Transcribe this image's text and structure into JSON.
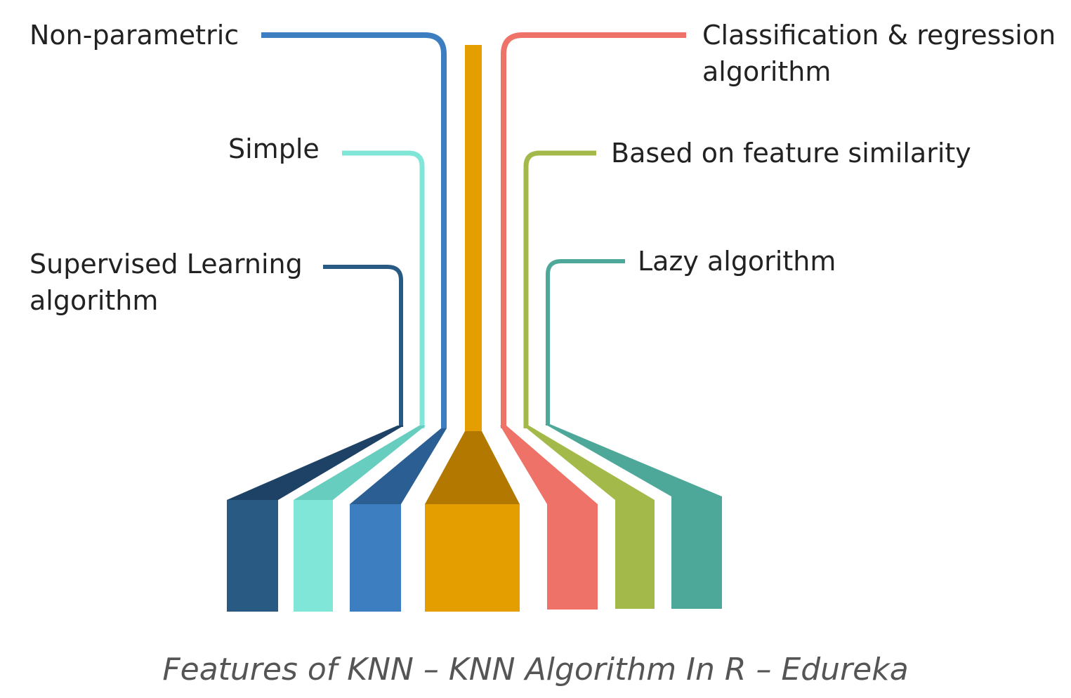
{
  "features": [
    {
      "id": "non-parametric",
      "lines": [
        "Non-parametric"
      ],
      "color": "#3C7EBF"
    },
    {
      "id": "simple",
      "lines": [
        "Simple"
      ],
      "color": "#80E6D8"
    },
    {
      "id": "supervised",
      "lines": [
        "Supervised Learning",
        "algorithm"
      ],
      "color": "#285A84"
    },
    {
      "id": "classification",
      "lines": [
        "Classification & regression",
        "algorithm"
      ],
      "color": "#EE7268"
    },
    {
      "id": "feature-similarity",
      "lines": [
        "Based on feature similarity"
      ],
      "color": "#A3BA4A"
    },
    {
      "id": "lazy",
      "lines": [
        "Lazy algorithm"
      ],
      "color": "#4EA899"
    }
  ],
  "center_color": "#E59E00",
  "caption": "Features of KNN – KNN Algorithm In R – Edureka"
}
